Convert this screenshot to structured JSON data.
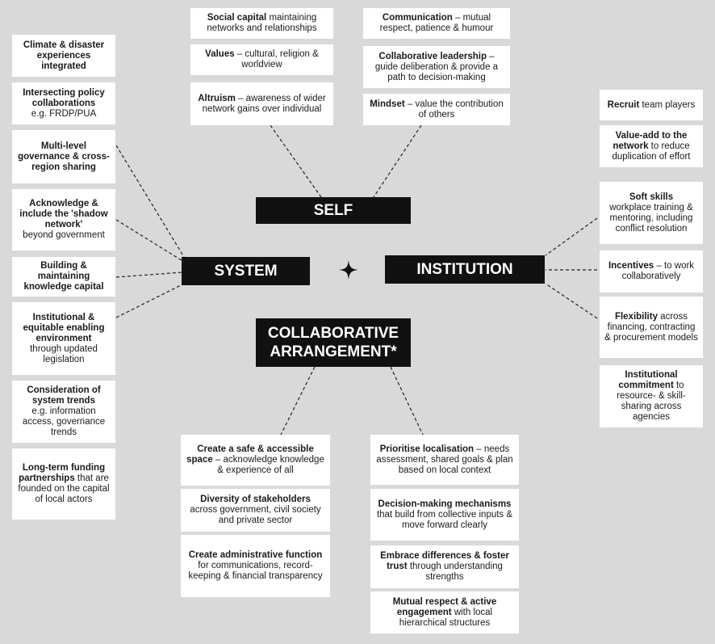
{
  "hubs": {
    "self": "SELF",
    "system": "SYSTEM",
    "institution": "INSTITUTION",
    "collab_line1": "COLLABORATIVE",
    "collab_line2": "ARRANGEMENT*"
  },
  "center_icon": "four-point-star-icon",
  "self_left": [
    {
      "bold": "Social capital",
      "text": " maintaining networks and relationships"
    },
    {
      "bold": "Values",
      "text": " – cultural, religion & worldview"
    },
    {
      "bold": "Altruism",
      "text": " – awareness of wider network gains over individual"
    }
  ],
  "self_right": [
    {
      "bold": "Communication",
      "text": " – mutual respect, patience & humour"
    },
    {
      "bold": "Collaborative leadership",
      "text": " – guide deliberation & provide a path to decision-making"
    },
    {
      "bold": "Mindset",
      "text": " – value the contribution of others"
    }
  ],
  "system": [
    {
      "bold": "Climate & disaster experiences integrated",
      "text": ""
    },
    {
      "bold": "Intersecting policy collaborations",
      "text": " e.g. FRDP/PUA"
    },
    {
      "bold": "Multi-level governance & cross-region sharing",
      "text": ""
    },
    {
      "bold": "Acknowledge & include the 'shadow network'",
      "text": " beyond government"
    },
    {
      "bold": "Building & maintaining knowledge capital",
      "text": ""
    },
    {
      "bold": "Institutional & equitable enabling environment",
      "text": " through updated legislation"
    },
    {
      "bold": "Consideration of system trends",
      "text": " e.g. information access, governance trends"
    },
    {
      "bold": "Long-term funding partnerships",
      "text": " that are founded on the capital of local actors"
    }
  ],
  "institution": [
    {
      "bold": "Recruit",
      "text": " team players"
    },
    {
      "bold": "Value-add to the network",
      "text": " to reduce duplication of effort"
    },
    {
      "bold": "Soft skills",
      "text": " workplace training & mentoring, including conflict resolution"
    },
    {
      "bold": "Incentives",
      "text": " – to work collaboratively"
    },
    {
      "bold": "Flexibility",
      "text": " across financing, contracting & procurement models"
    },
    {
      "bold": "Institutional commitment",
      "text": " to resource- & skill-sharing across agencies"
    }
  ],
  "collab_left": [
    {
      "bold": "Create a safe & accessible space",
      "text": " – acknowledge knowledge & experience of all"
    },
    {
      "bold": "Diversity of stakeholders",
      "text": " across government, civil society and private sector"
    },
    {
      "bold": "Create administrative function",
      "text": " for communications, record-keeping & financial transparency"
    }
  ],
  "collab_right": [
    {
      "bold": "Prioritise localisation",
      "text": " – needs assessment, shared goals & plan based on local context"
    },
    {
      "bold": "Decision-making mechanisms",
      "text": " that build from collective inputs & move forward clearly"
    },
    {
      "bold": "Embrace differences & foster trust",
      "text": " through understanding strengths"
    },
    {
      "bold": "Mutual respect & active engagement",
      "text": " with local hierarchical structures"
    }
  ]
}
